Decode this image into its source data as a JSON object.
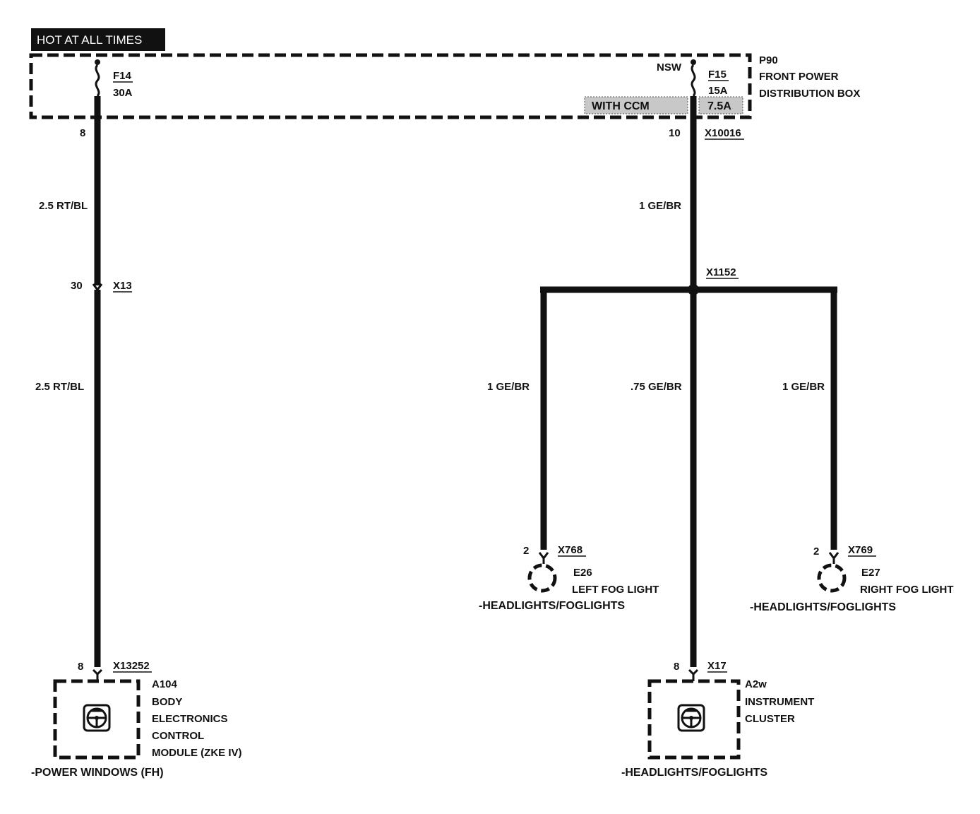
{
  "header": {
    "hot_label": "HOT AT ALL TIMES"
  },
  "power_box": {
    "id": "P90",
    "name_line1": "FRONT POWER",
    "name_line2": "DISTRIBUTION BOX",
    "fuse_left": {
      "name": "F14",
      "rating": "30A",
      "pin": "8"
    },
    "fuse_right": {
      "prefix": "NSW",
      "name": "F15",
      "rating": "15A",
      "rating_alt": "7.5A",
      "option": "WITH CCM",
      "pin": "10",
      "connector": "X10016"
    }
  },
  "left_circuit": {
    "wire_upper": "2.5 RT/BL",
    "inline_pin": "30",
    "inline_connector": "X13",
    "wire_lower": "2.5 RT/BL",
    "end_pin": "8",
    "end_connector": "X13252",
    "module": {
      "id": "A104",
      "line1": "BODY",
      "line2": "ELECTRONICS",
      "line3": "CONTROL",
      "line4": "MODULE (ZKE IV)",
      "ref": "-POWER WINDOWS (FH)"
    }
  },
  "right_circuit": {
    "wire_main": "1 GE/BR",
    "splice": "X1152",
    "branch_left": {
      "wire": "1 GE/BR",
      "pin": "2",
      "connector": "X768",
      "id": "E26",
      "name": "LEFT FOG LIGHT",
      "ref": "-HEADLIGHTS/FOGLIGHTS"
    },
    "branch_center": {
      "wire": ".75 GE/BR",
      "pin": "8",
      "connector": "X17",
      "id": "A2w",
      "line1": "INSTRUMENT",
      "line2": "CLUSTER",
      "ref": "-HEADLIGHTS/FOGLIGHTS"
    },
    "branch_right": {
      "wire": "1 GE/BR",
      "pin": "2",
      "connector": "X769",
      "id": "E27",
      "name": "RIGHT FOG LIGHT",
      "ref": "-HEADLIGHTS/FOGLIGHTS"
    }
  }
}
